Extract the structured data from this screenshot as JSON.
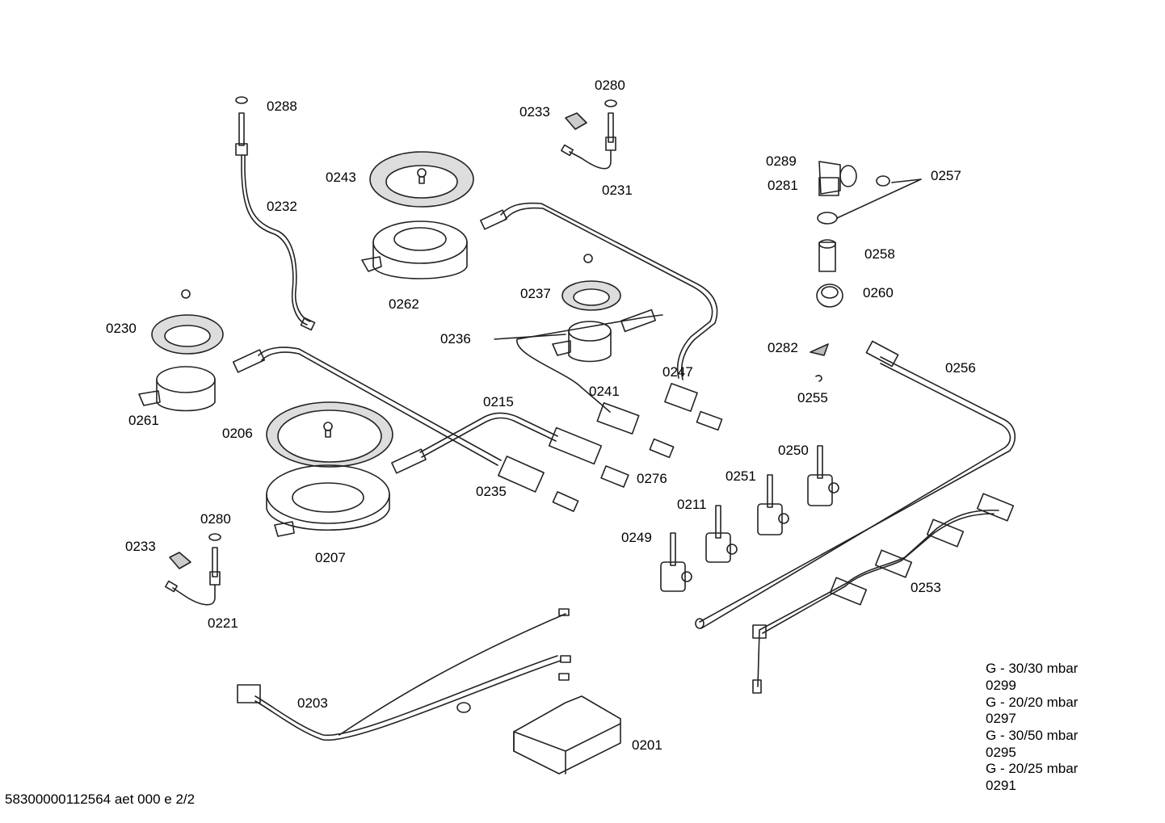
{
  "labels": {
    "l0288": "0288",
    "l0232": "0232",
    "l0243": "0243",
    "l0262": "0262",
    "l0280a": "0280",
    "l0233a": "0233",
    "l0231": "0231",
    "l0289": "0289",
    "l0281": "0281",
    "l0257": "0257",
    "l0258": "0258",
    "l0260": "0260",
    "l0282": "0282",
    "l0255": "0255",
    "l0256": "0256",
    "l0237": "0237",
    "l0236": "0236",
    "l0247": "0247",
    "l0241": "0241",
    "l0230": "0230",
    "l0261": "0261",
    "l0206": "0206",
    "l0215": "0215",
    "l0235": "0235",
    "l0276": "0276",
    "l0207": "0207",
    "l0250": "0250",
    "l0251": "0251",
    "l0211": "0211",
    "l0249": "0249",
    "l0253": "0253",
    "l0280b": "0280",
    "l0233b": "0233",
    "l0221": "0221",
    "l0203": "0203",
    "l0201": "0201"
  },
  "legend": [
    "G - 30/30 mbar",
    "0299",
    "G - 20/20 mbar",
    "0297",
    "G - 30/50 mbar",
    "0295",
    "G - 20/25 mbar",
    "0291"
  ],
  "footer": "58300000112564 aet 000 e 2/2"
}
